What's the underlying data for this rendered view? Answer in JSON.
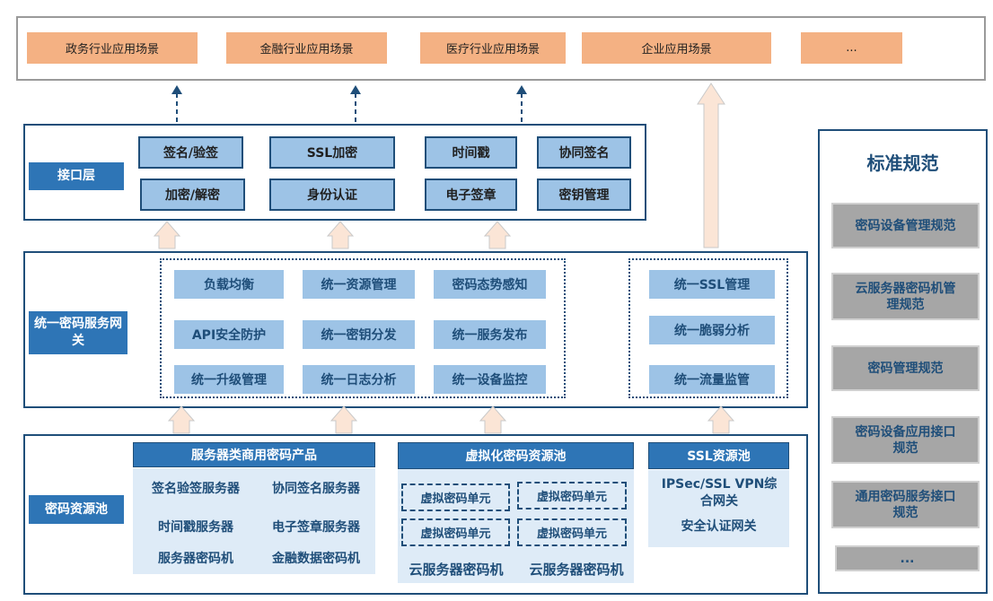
{
  "scenarios": [
    "政务行业应用场景",
    "金融行业应用场景",
    "医疗行业应用场景",
    "企业应用场景",
    "..."
  ],
  "interface_layer": {
    "label": "接口层",
    "items": [
      "签名/验签",
      "SSL加密",
      "时间戳",
      "协同签名",
      "加密/解密",
      "身份认证",
      "电子签章",
      "密钥管理"
    ]
  },
  "gateway_layer": {
    "label": "统一密码服务网关",
    "items": [
      "负载均衡",
      "统一资源管理",
      "密码态势感知",
      "API安全防护",
      "统一密钥分发",
      "统一服务发布",
      "统一升级管理",
      "统一日志分析",
      "统一设备监控"
    ],
    "ssl_items": [
      "统一SSL管理",
      "统一脆弱分析",
      "统一流量监管"
    ]
  },
  "resource_pool": {
    "label": "密码资源池",
    "commercial": {
      "title": "服务器类商用密码产品",
      "items": [
        "签名验签服务器",
        "协同签名服务器",
        "时间戳服务器",
        "电子签章服务器",
        "服务器密码机",
        "金融数据密码机"
      ]
    },
    "virtual": {
      "title": "虚拟化密码资源池",
      "units": [
        "虚拟密码单元",
        "虚拟密码单元",
        "虚拟密码单元",
        "虚拟密码单元"
      ],
      "machines": [
        "云服务器密码机",
        "云服务器密码机"
      ]
    },
    "ssl": {
      "title": "SSL资源池",
      "items": [
        "IPSec/SSL VPN综合网关",
        "安全认证网关"
      ]
    }
  },
  "standards": {
    "title": "标准规范",
    "items": [
      "密码设备管理规范",
      "云服务器密码机管理规范",
      "密码管理规范",
      "密码设备应用接口规范",
      "通用密码服务接口规范",
      "..."
    ]
  },
  "colors": {
    "dark_blue": "#1f4e79",
    "mid_blue": "#2e75b6",
    "light_blue": "#9dc3e6",
    "pale_blue": "#deebf7",
    "orange": "#f4b183",
    "gray": "#a6a6a6",
    "arrow_light": "#fbe5d6"
  }
}
